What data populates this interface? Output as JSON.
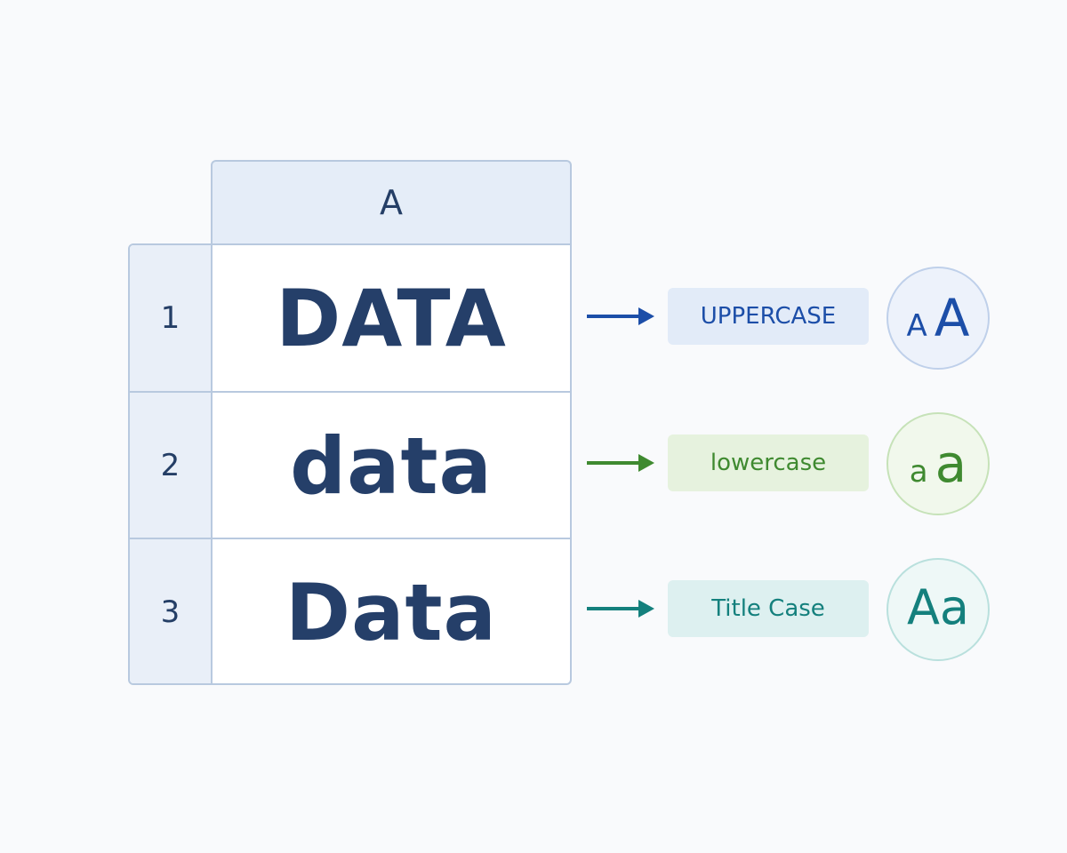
{
  "spreadsheet": {
    "column_header": "A",
    "rows": [
      {
        "number": "1",
        "value": "DATA"
      },
      {
        "number": "2",
        "value": "data"
      },
      {
        "number": "3",
        "value": "Data"
      }
    ]
  },
  "transforms": [
    {
      "label": "UPPERCASE",
      "glyph_small": "A",
      "glyph_big": "A",
      "color": "#1c4ea8"
    },
    {
      "label": "lowercase",
      "glyph_small": "a",
      "glyph_big": "a",
      "color": "#3f8a30"
    },
    {
      "label": "Title Case",
      "glyph": "Aa",
      "color": "#14807d"
    }
  ]
}
